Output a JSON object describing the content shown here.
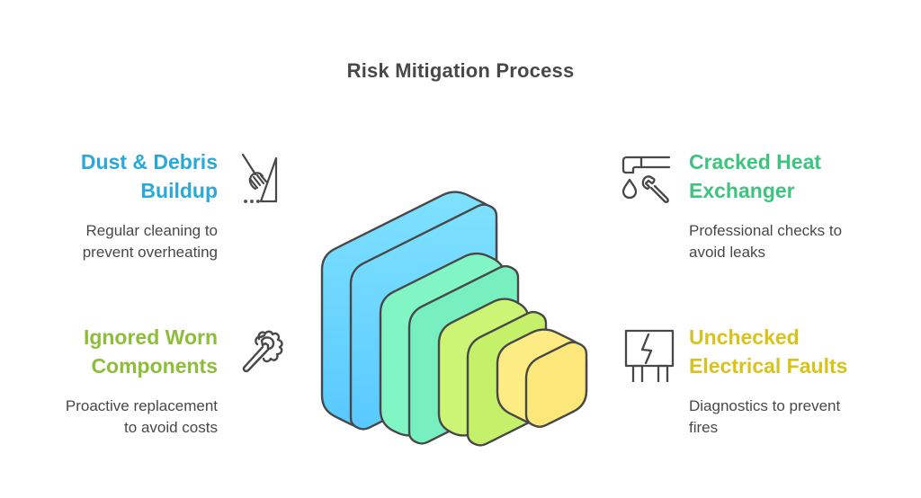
{
  "title": "Risk Mitigation Process",
  "colors": {
    "text": "#484848",
    "outline": "#484848"
  },
  "items": [
    {
      "side": "left",
      "heading": "Dust & Debris Buildup",
      "heading_lines": [
        "Dust & Debris",
        "Buildup"
      ],
      "description": "Regular cleaning to prevent overheating",
      "desc_lines": [
        "Regular cleaning to",
        "prevent overheating"
      ],
      "color": "#2AA8D8",
      "icon": "broom-dustpan-icon"
    },
    {
      "side": "left",
      "heading": "Ignored Worn Components",
      "heading_lines": [
        "Ignored Worn",
        "Components"
      ],
      "description": "Proactive replacement to avoid costs",
      "desc_lines": [
        "Proactive replacement",
        "to avoid costs"
      ],
      "color": "#8DBE3A",
      "icon": "gear-wrench-icon"
    },
    {
      "side": "right",
      "heading": "Cracked Heat Exchanger",
      "heading_lines": [
        "Cracked Heat",
        "Exchanger"
      ],
      "description": "Professional checks to avoid leaks",
      "desc_lines": [
        "Professional checks to",
        "avoid leaks"
      ],
      "color": "#3DC47E",
      "icon": "pipe-leak-wrench-icon"
    },
    {
      "side": "right",
      "heading": "Unchecked Electrical Faults",
      "heading_lines": [
        "Unchecked",
        "Electrical Faults"
      ],
      "description": "Diagnostics to prevent fires",
      "desc_lines": [
        "Diagnostics to prevent",
        "fires"
      ],
      "color": "#D9C21A",
      "icon": "electrical-fuse-icon"
    }
  ],
  "blocks": [
    {
      "name": "blue-block",
      "fill": "#7BDFFF",
      "fill_dark": "#5CCBFF"
    },
    {
      "name": "mint-block",
      "fill": "#82F5C4",
      "fill_dark": "#78EFBE"
    },
    {
      "name": "lime-block",
      "fill": "#CCF575",
      "fill_dark": "#C4F06A"
    },
    {
      "name": "yellow-block",
      "fill": "#FDEC83",
      "fill_dark": "#FBE77A"
    }
  ]
}
